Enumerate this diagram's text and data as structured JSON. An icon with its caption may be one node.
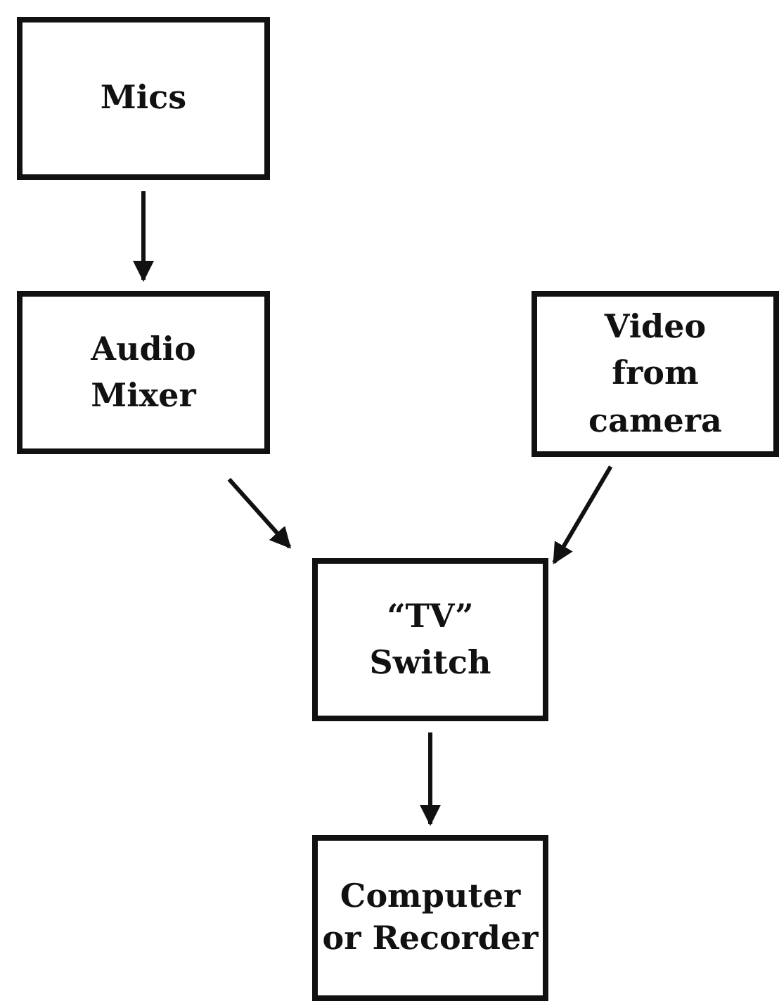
{
  "diagram": {
    "nodes": [
      {
        "text": [
          "Mics"
        ]
      },
      {
        "text": [
          "Audio Mixer"
        ]
      },
      {
        "text": [
          "Video from camera"
        ]
      },
      {
        "text": [
          "“TV” Switch"
        ]
      },
      {
        "text": [
          "Computer or Recorder"
        ]
      }
    ],
    "edges": [
      {
        "from": 0,
        "to": 1,
        "arrow": "to"
      },
      {
        "from": 1,
        "to": 3,
        "arrow": "to"
      },
      {
        "from": 2,
        "to": 3,
        "arrow": "to"
      },
      {
        "from": 3,
        "to": 4,
        "arrow": "to"
      }
    ]
  }
}
